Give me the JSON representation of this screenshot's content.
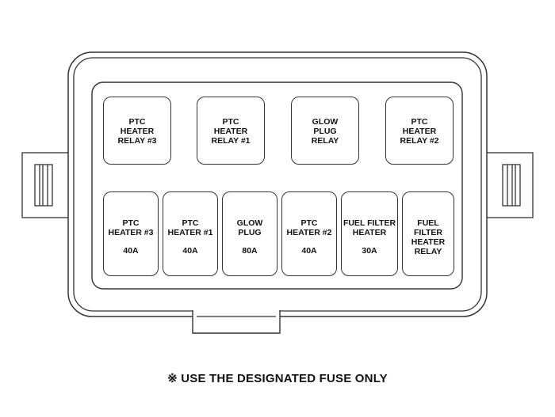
{
  "relays": [
    {
      "lines": [
        "PTC",
        "HEATER",
        "RELAY #3"
      ]
    },
    {
      "lines": [
        "PTC",
        "HEATER",
        "RELAY #1"
      ]
    },
    {
      "lines": [
        "GLOW",
        "PLUG",
        "RELAY"
      ]
    },
    {
      "lines": [
        "PTC",
        "HEATER",
        "RELAY #2"
      ]
    }
  ],
  "fuses": [
    {
      "lines": [
        "PTC",
        "HEATER #3"
      ],
      "rating": "40A"
    },
    {
      "lines": [
        "PTC",
        "HEATER #1"
      ],
      "rating": "40A"
    },
    {
      "lines": [
        "GLOW",
        "PLUG"
      ],
      "rating": "80A"
    },
    {
      "lines": [
        "PTC",
        "HEATER #2"
      ],
      "rating": "40A"
    },
    {
      "lines": [
        "FUEL FILTER",
        "HEATER"
      ],
      "rating": "30A"
    },
    {
      "lines": [
        "FUEL",
        "FILTER",
        "HEATER",
        "RELAY"
      ],
      "rating": ""
    }
  ],
  "note": "※ USE THE DESIGNATED FUSE ONLY"
}
